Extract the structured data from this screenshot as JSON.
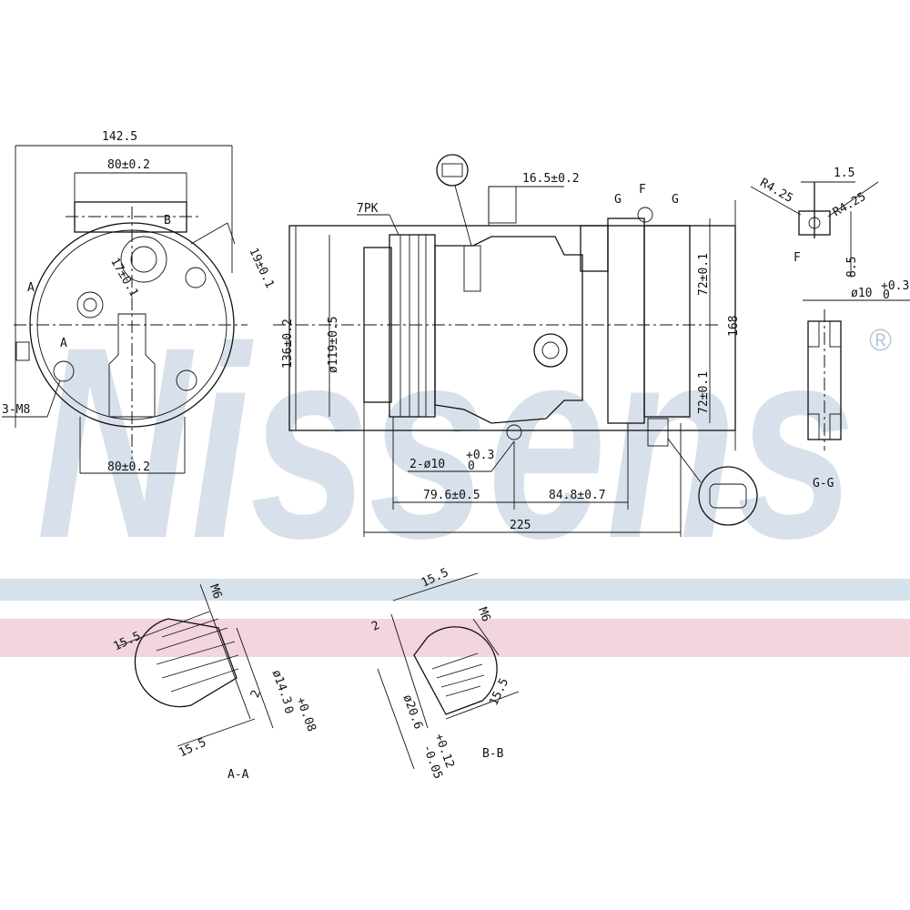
{
  "watermark": {
    "brand": "Nissens",
    "registered": "®",
    "colors": {
      "brand_blue": "#b9cadb",
      "stripe_blue": "#d5e1eb",
      "stripe_pink": "#f3d5dd"
    }
  },
  "front_view": {
    "width_overall": "142.5",
    "top_bracket": "80±0.2",
    "bottom_bracket": "80±0.2",
    "angle_dim_1": "17±0.1",
    "angle_dim_2": "19±0.1",
    "section_a": "A",
    "section_a2": "A",
    "section_b": "B",
    "mount_holes": "3-M8"
  },
  "side_view": {
    "belt": "7PK",
    "top_offset": "16.5±0.2",
    "pulley_height": "136±0.2",
    "pulley_dia": "ø119±0.5",
    "upper_half": "72±0.1",
    "lower_half": "72±0.1",
    "total_height": "168",
    "holes": "2-ø10",
    "holes_tol_upper": "+0.3",
    "holes_tol_lower": "0",
    "dim_a": "79.6±0.5",
    "dim_b": "84.8±0.7",
    "total_length": "225",
    "label_f": "F",
    "label_g1": "G",
    "label_g2": "G"
  },
  "detail_f": {
    "width": "1.5",
    "radius_left": "R4.25",
    "radius_right": "R4.25",
    "height": "8.5",
    "label": "F"
  },
  "section_gg": {
    "bore": "ø10",
    "bore_tol_upper": "+0.3",
    "bore_tol_lower": "0",
    "label": "G-G"
  },
  "section_aa": {
    "thread": "M6",
    "dim_top": "15.5",
    "dim_bottom": "15.5",
    "depth": "2",
    "bore": "ø14.3",
    "bore_tol_upper": "+0.08",
    "bore_tol_lower": "0",
    "label": "A-A"
  },
  "section_bb": {
    "thread": "M6",
    "dim_top": "15.5",
    "dim_right": "15.5",
    "depth": "2",
    "bore": "ø20.6",
    "bore_tol_upper": "+0.12",
    "bore_tol_lower": "-0.05",
    "label": "B-B"
  }
}
